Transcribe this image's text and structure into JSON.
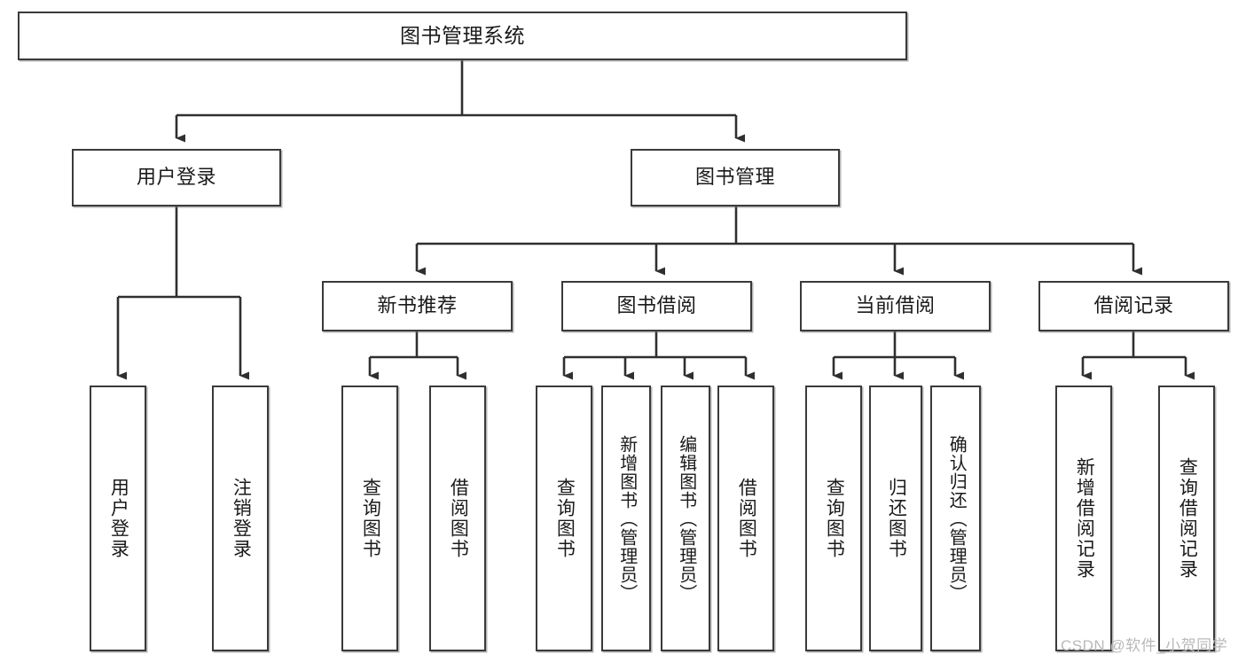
{
  "diagram": {
    "type": "tree",
    "title": "图书管理系统",
    "watermark": "CSDN @软件_小贺同学",
    "colors": {
      "background": "#ffffff",
      "box_border": "#3a3a3a",
      "connector": "#2f2f2f",
      "text": "#1a1a1a",
      "watermark": "#b9b9b9"
    },
    "nodes": {
      "root": {
        "label": "图书管理系统"
      },
      "level2": [
        {
          "label": "用户登录"
        },
        {
          "label": "图书管理"
        }
      ],
      "level3": [
        {
          "label": "新书推荐"
        },
        {
          "label": "图书借阅"
        },
        {
          "label": "当前借阅"
        },
        {
          "label": "借阅记录"
        }
      ],
      "leaves_user_login": [
        {
          "label": "用户登录"
        },
        {
          "label": "注销登录"
        }
      ],
      "leaves_new_book": [
        {
          "label": "查询图书"
        },
        {
          "label": "借阅图书"
        }
      ],
      "leaves_borrow": [
        {
          "label": "查询图书"
        },
        {
          "label": "新增图书（管理员）"
        },
        {
          "label": "编辑图书（管理员）"
        },
        {
          "label": "借阅图书"
        }
      ],
      "leaves_current": [
        {
          "label": "查询图书"
        },
        {
          "label": "归还图书"
        },
        {
          "label": "确认归还（管理员）"
        }
      ],
      "leaves_records": [
        {
          "label": "新增借阅记录"
        },
        {
          "label": "查询借阅记录"
        }
      ]
    }
  }
}
